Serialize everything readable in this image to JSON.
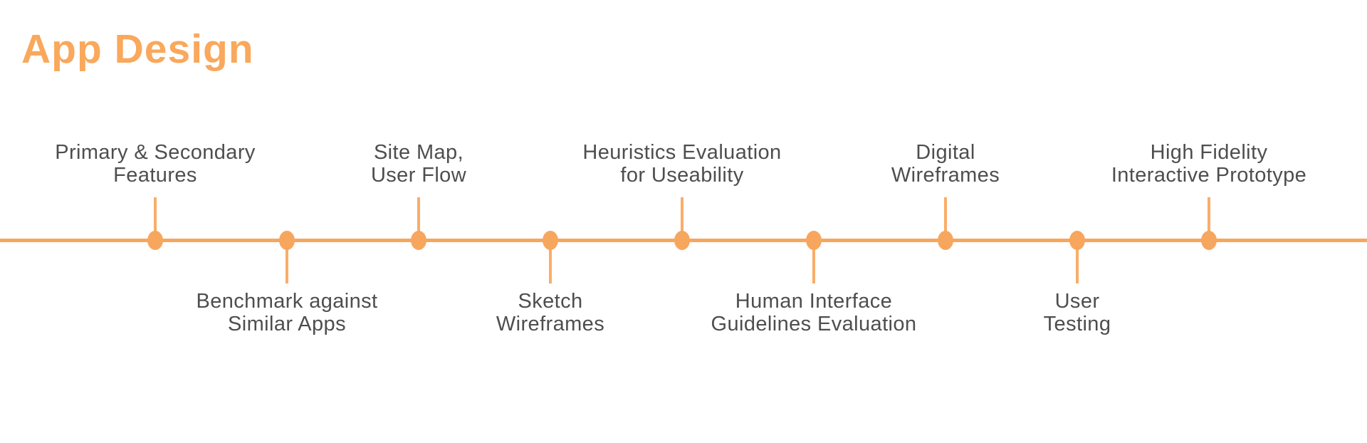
{
  "title": "App Design",
  "colors": {
    "background": "#ffffff",
    "accent": "#f7a65e",
    "title": "#f9a85c",
    "connector": "#f9ad68",
    "label_text": "#4e4e50"
  },
  "timeline": {
    "orientation": "horizontal",
    "node_count": 9,
    "items": [
      {
        "label": "Primary & Secondary\nFeatures",
        "position": "above"
      },
      {
        "label": "Benchmark against\nSimilar Apps",
        "position": "below"
      },
      {
        "label": "Site Map,\nUser Flow",
        "position": "above"
      },
      {
        "label": "Sketch\nWireframes",
        "position": "below"
      },
      {
        "label": "Heuristics Evaluation\nfor Useability",
        "position": "above"
      },
      {
        "label": "Human Interface\nGuidelines Evaluation",
        "position": "below"
      },
      {
        "label": "Digital\nWireframes",
        "position": "above"
      },
      {
        "label": "User\nTesting",
        "position": "below"
      },
      {
        "label": "High Fidelity\nInteractive Prototype",
        "position": "above"
      }
    ]
  }
}
